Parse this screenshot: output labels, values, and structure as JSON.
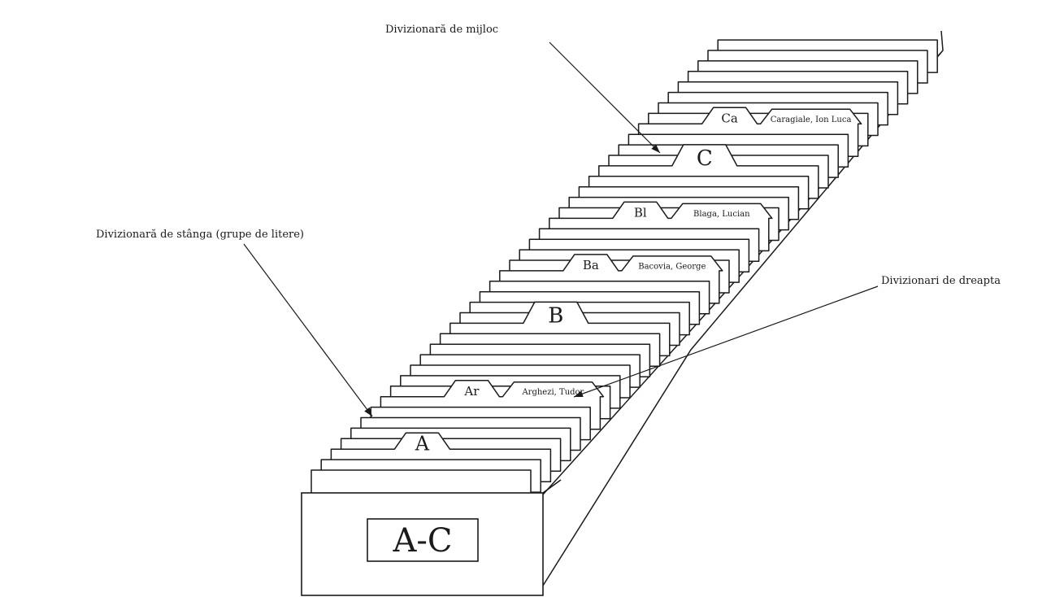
{
  "diagram": {
    "box_label": "A-C",
    "guide_cards": [
      {
        "position": "left",
        "label": "A"
      },
      {
        "position": "left",
        "label": "Ar"
      },
      {
        "position": "middle",
        "label": "B"
      },
      {
        "position": "left",
        "label": "Ba"
      },
      {
        "position": "left",
        "label": "Bl"
      },
      {
        "position": "middle",
        "label": "C"
      },
      {
        "position": "left",
        "label": "Ca"
      }
    ],
    "name_cards": [
      {
        "position": "right",
        "label": "Arghezi, Tudor"
      },
      {
        "position": "right",
        "label": "Bacovia, George"
      },
      {
        "position": "right",
        "label": "Blaga, Lucian"
      },
      {
        "position": "right",
        "label": "Caragiale, Ion Luca"
      }
    ],
    "callouts": {
      "middle": "Divizionară de mijloc",
      "left": "Divizionară de stânga (grupe de litere)",
      "right": "Divizionari de dreapta"
    }
  }
}
